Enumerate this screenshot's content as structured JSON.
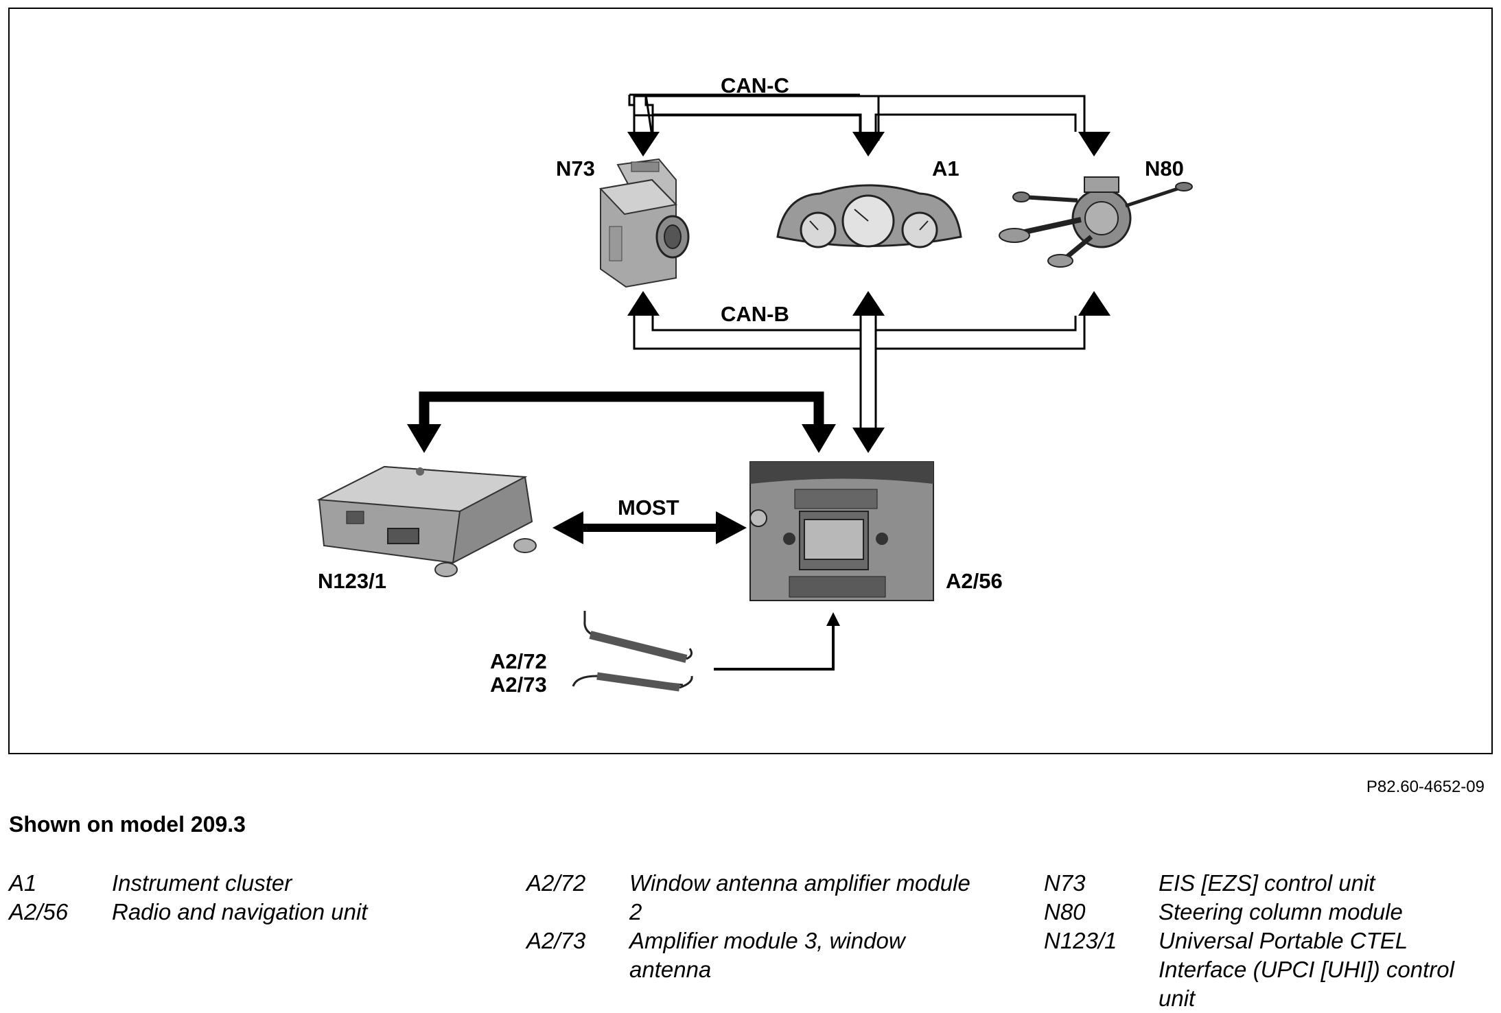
{
  "labels": {
    "n73": "N73",
    "a1": "A1",
    "n80": "N80",
    "can_c": "CAN-C",
    "can_b": "CAN-B",
    "most": "MOST",
    "n123_1": "N123/1",
    "a2_56": "A2/56",
    "a2_72": "A2/72",
    "a2_73": "A2/73"
  },
  "figure_ref": "P82.60-4652-09",
  "caption": "Shown on model 209.3",
  "legend": {
    "col1": [
      {
        "code": "A1",
        "desc": "Instrument cluster"
      },
      {
        "code": "A2/56",
        "desc": "Radio and navigation unit"
      }
    ],
    "col2": [
      {
        "code": "A2/72",
        "desc": "Window antenna amplifier module 2"
      },
      {
        "code": "A2/73",
        "desc": "Amplifier module 3, window antenna"
      }
    ],
    "col3": [
      {
        "code": "N73",
        "desc": "EIS [EZS] control unit"
      },
      {
        "code": "N80",
        "desc": "Steering column module"
      },
      {
        "code": "N123/1",
        "desc": "Universal Portable CTEL Interface (UPCI [UHI]) control unit"
      }
    ]
  }
}
